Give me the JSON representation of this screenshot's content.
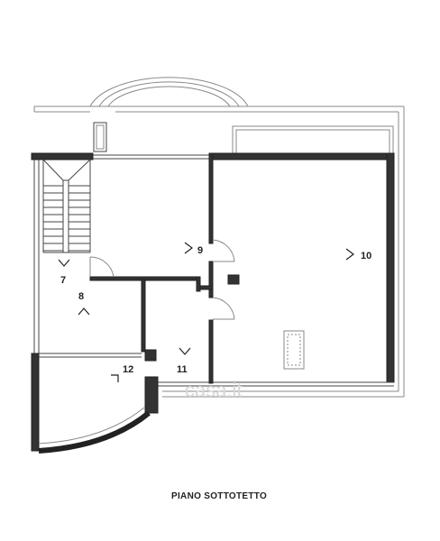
{
  "plan": {
    "caption": "PIANO  SOTTOTETTO",
    "watermark": "casa.it",
    "rooms": [
      {
        "id": "7",
        "label": "7"
      },
      {
        "id": "8",
        "label": "8"
      },
      {
        "id": "9",
        "label": "9"
      },
      {
        "id": "10",
        "label": "10"
      },
      {
        "id": "11",
        "label": "11"
      },
      {
        "id": "12",
        "label": "12"
      }
    ]
  }
}
